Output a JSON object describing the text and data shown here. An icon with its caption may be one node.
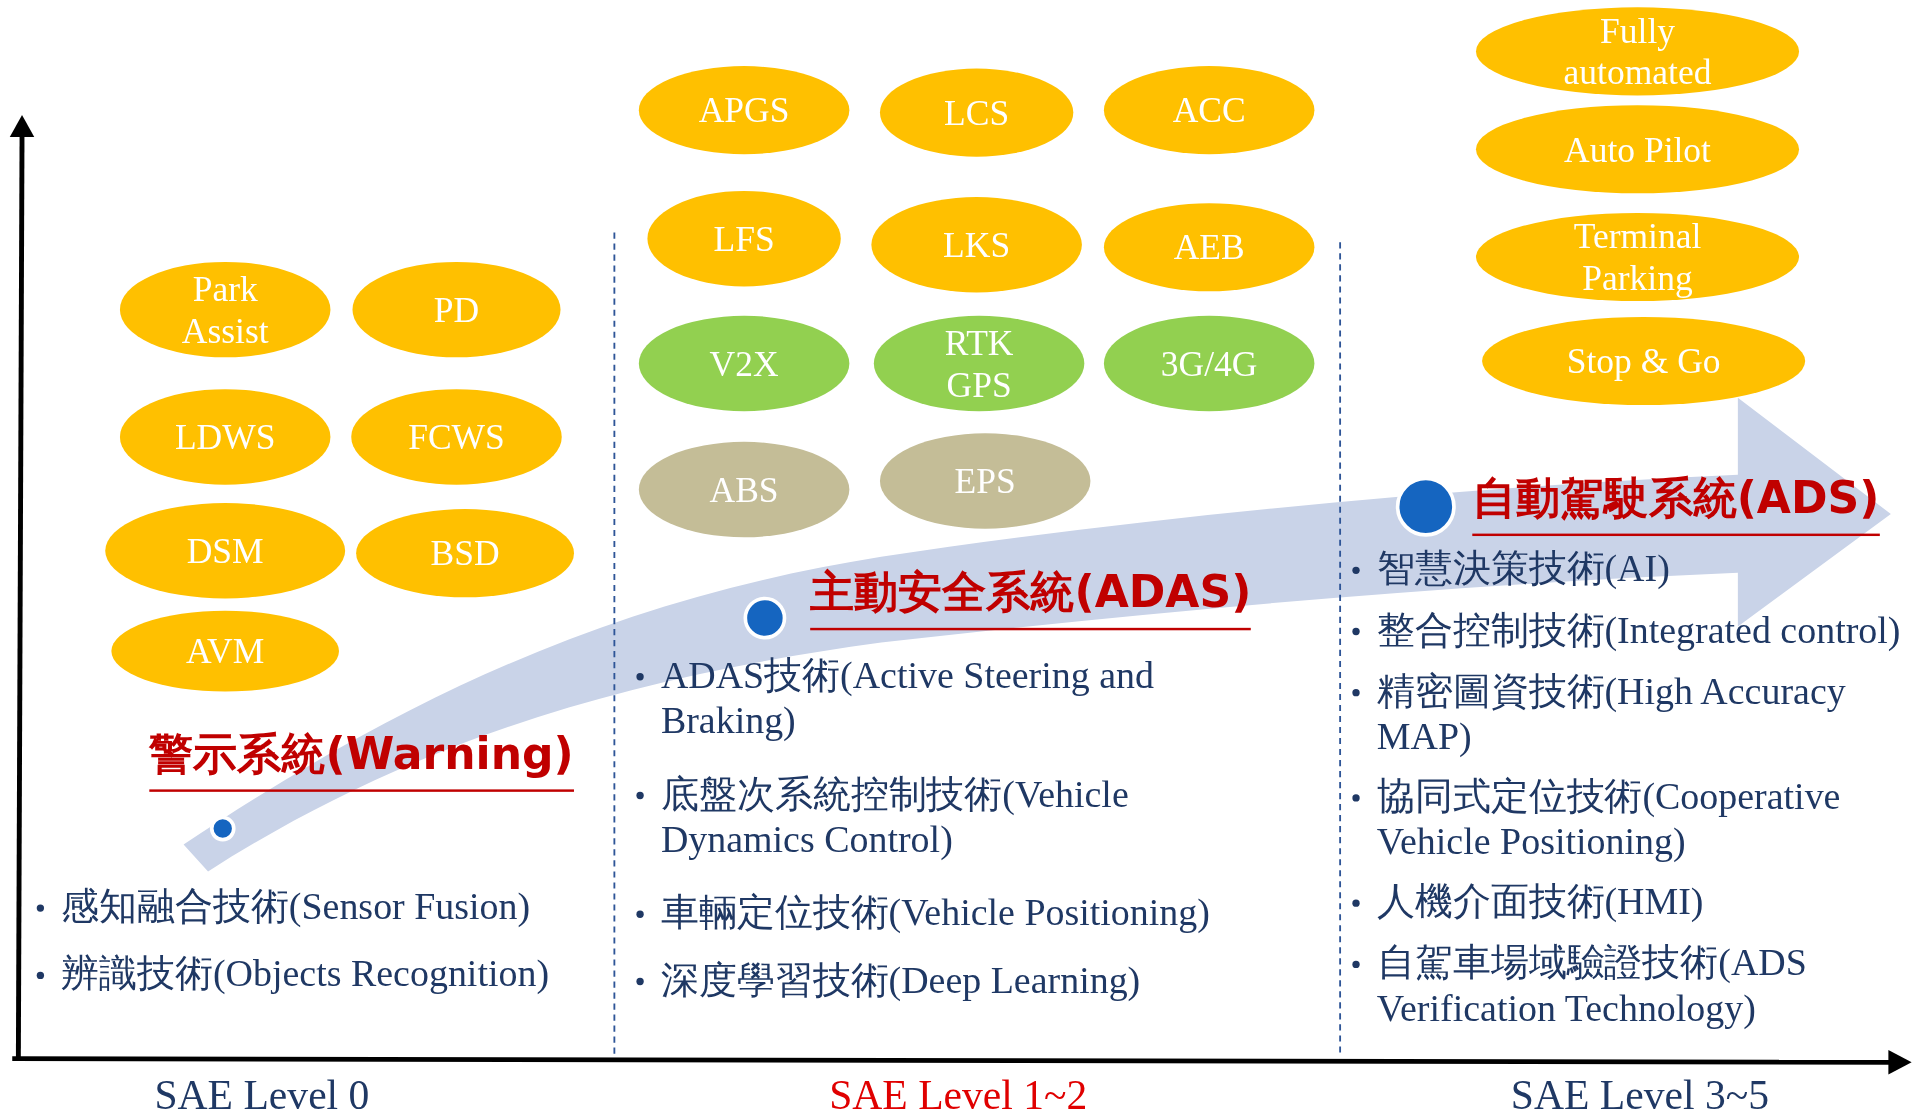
{
  "diagram": {
    "nodes": [
      {
        "text": [
          "Park Assist"
        ]
      },
      {
        "text": [
          "PD"
        ]
      },
      {
        "text": [
          "LDWS"
        ]
      },
      {
        "text": [
          "FCWS"
        ]
      },
      {
        "text": [
          "DSM"
        ]
      },
      {
        "text": [
          "BSD"
        ]
      },
      {
        "text": [
          "AVM"
        ]
      },
      {
        "text": [
          "APGS"
        ]
      },
      {
        "text": [
          "LCS"
        ]
      },
      {
        "text": [
          "ACC"
        ]
      },
      {
        "text": [
          "LFS"
        ]
      },
      {
        "text": [
          "LKS"
        ]
      },
      {
        "text": [
          "AEB"
        ]
      },
      {
        "text": [
          "V2X"
        ]
      },
      {
        "text": [
          "RTK GPS"
        ]
      },
      {
        "text": [
          "3G/4G"
        ]
      },
      {
        "text": [
          "ABS"
        ]
      },
      {
        "text": [
          "EPS"
        ]
      },
      {
        "text": [
          "Fully automated"
        ]
      },
      {
        "text": [
          "Auto Pilot"
        ]
      },
      {
        "text": [
          "Terminal Parking"
        ]
      },
      {
        "text": [
          "Stop & Go"
        ]
      }
    ],
    "edges": [],
    "labels": [
      "警示系統(Warning)",
      "感知融合技術(Sensor Fusion)",
      "辨識技術(Objects Recognition)",
      "主動安全系統(ADAS)",
      "ADAS技術(Active Steering and Braking)",
      "底盤次系統控制技術(Vehicle Dynamics Control)",
      "車輛定位技術(Vehicle Positioning)",
      "深度學習技術(Deep Learning)",
      "自動駕駛系統(ADS)",
      "智慧決策技術(AI)",
      "整合控制技術(Integrated control)",
      "精密圖資技術(High Accuracy MAP)",
      "協同式定位技術(Cooperative Vehicle Positioning)",
      "人機介面技術(HMI)",
      "自駕車場域驗證技術(ADS Verification Technology)",
      "SAE Level 0",
      "SAE Level 1~2",
      "SAE Level 3~5"
    ]
  }
}
